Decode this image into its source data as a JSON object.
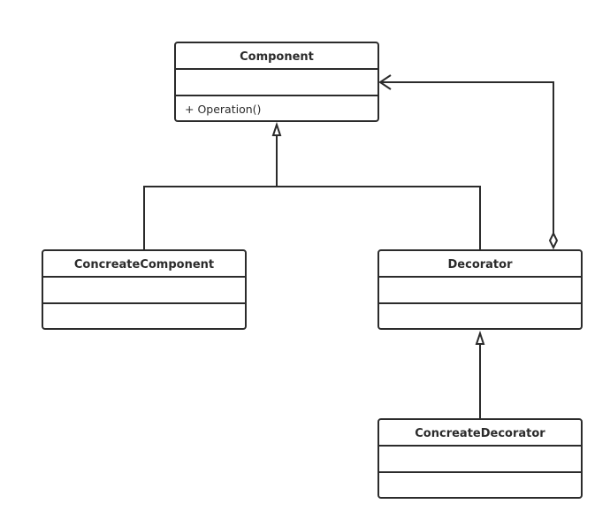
{
  "colors": {
    "stroke": "#2b2b2b",
    "background": "#ffffff"
  },
  "classes": {
    "component": {
      "name": "Component",
      "operations": [
        "+ Operation()"
      ]
    },
    "concrete_component": {
      "name": "ConcreateComponent",
      "operations": []
    },
    "decorator": {
      "name": "Decorator",
      "operations": []
    },
    "concrete_decorator": {
      "name": "ConcreateDecorator",
      "operations": []
    }
  },
  "relationships": [
    {
      "type": "generalization",
      "from": "ConcreateComponent",
      "to": "Component"
    },
    {
      "type": "generalization",
      "from": "Decorator",
      "to": "Component"
    },
    {
      "type": "aggregation",
      "from": "Decorator",
      "to": "Component"
    },
    {
      "type": "generalization",
      "from": "ConcreateDecorator",
      "to": "Decorator"
    }
  ]
}
